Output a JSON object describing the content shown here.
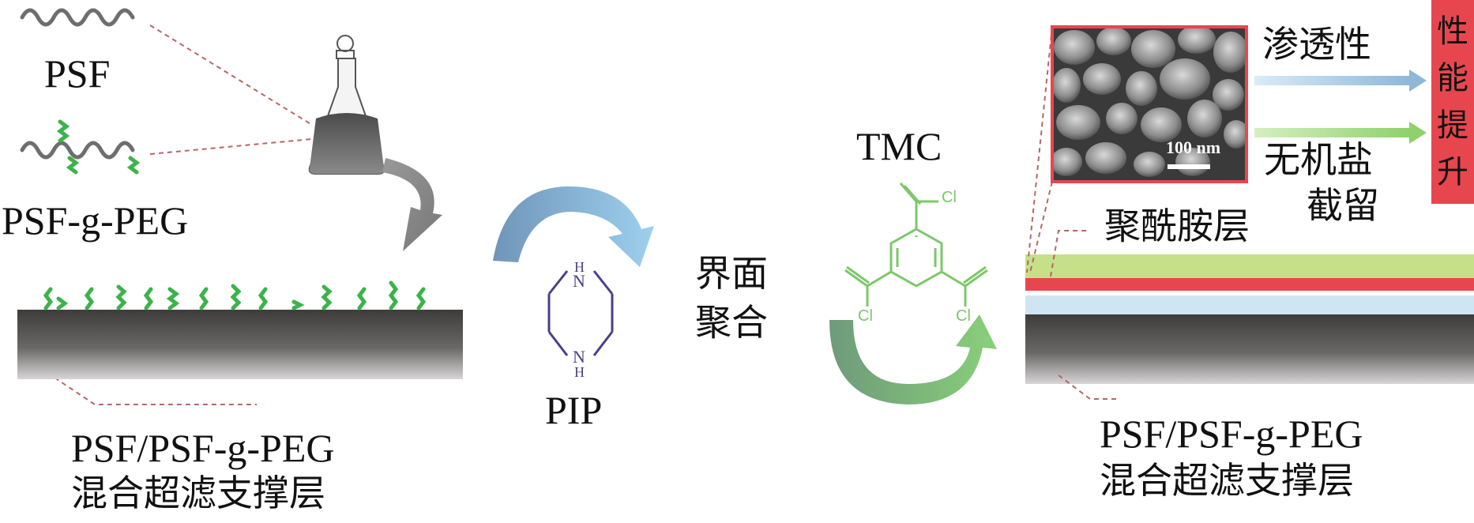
{
  "left": {
    "psf_label": "PSF",
    "psf_g_peg_label": "PSF-g-PEG",
    "support_line1": "PSF/PSF-g-PEG",
    "support_line2": "混合超滤支撑层"
  },
  "middle": {
    "pip_label": "PIP",
    "pip_atom_top": "N",
    "pip_h_top": "H",
    "pip_atom_bottom": "N",
    "pip_h_bottom": "H",
    "process_line1": "界面",
    "process_line2": "聚合",
    "tmc_label": "TMC",
    "tmc_cl": "Cl"
  },
  "right": {
    "sem_scale": "100 nm",
    "permeability": "渗透性",
    "salt_line1": "无机盐",
    "salt_line2": "截留",
    "polyamide": "聚酰胺层",
    "support_line1": "PSF/PSF-g-PEG",
    "support_line2": "混合超滤支撑层",
    "performance_chars": [
      "性",
      "能",
      "提",
      "升"
    ]
  },
  "colors": {
    "psf_chain": "#6e6e6e",
    "peg_green": "#3cb34a",
    "tmc_green": "#7dc76b",
    "pip_purple": "#4a3f8c",
    "polyamide_red": "#e8464f",
    "highlight_red": "#e8464f",
    "support_gray": "#555555",
    "top_layer_green": "#c6e08a",
    "light_blue": "#cfe6f2",
    "dashed_line": "#b56767"
  }
}
